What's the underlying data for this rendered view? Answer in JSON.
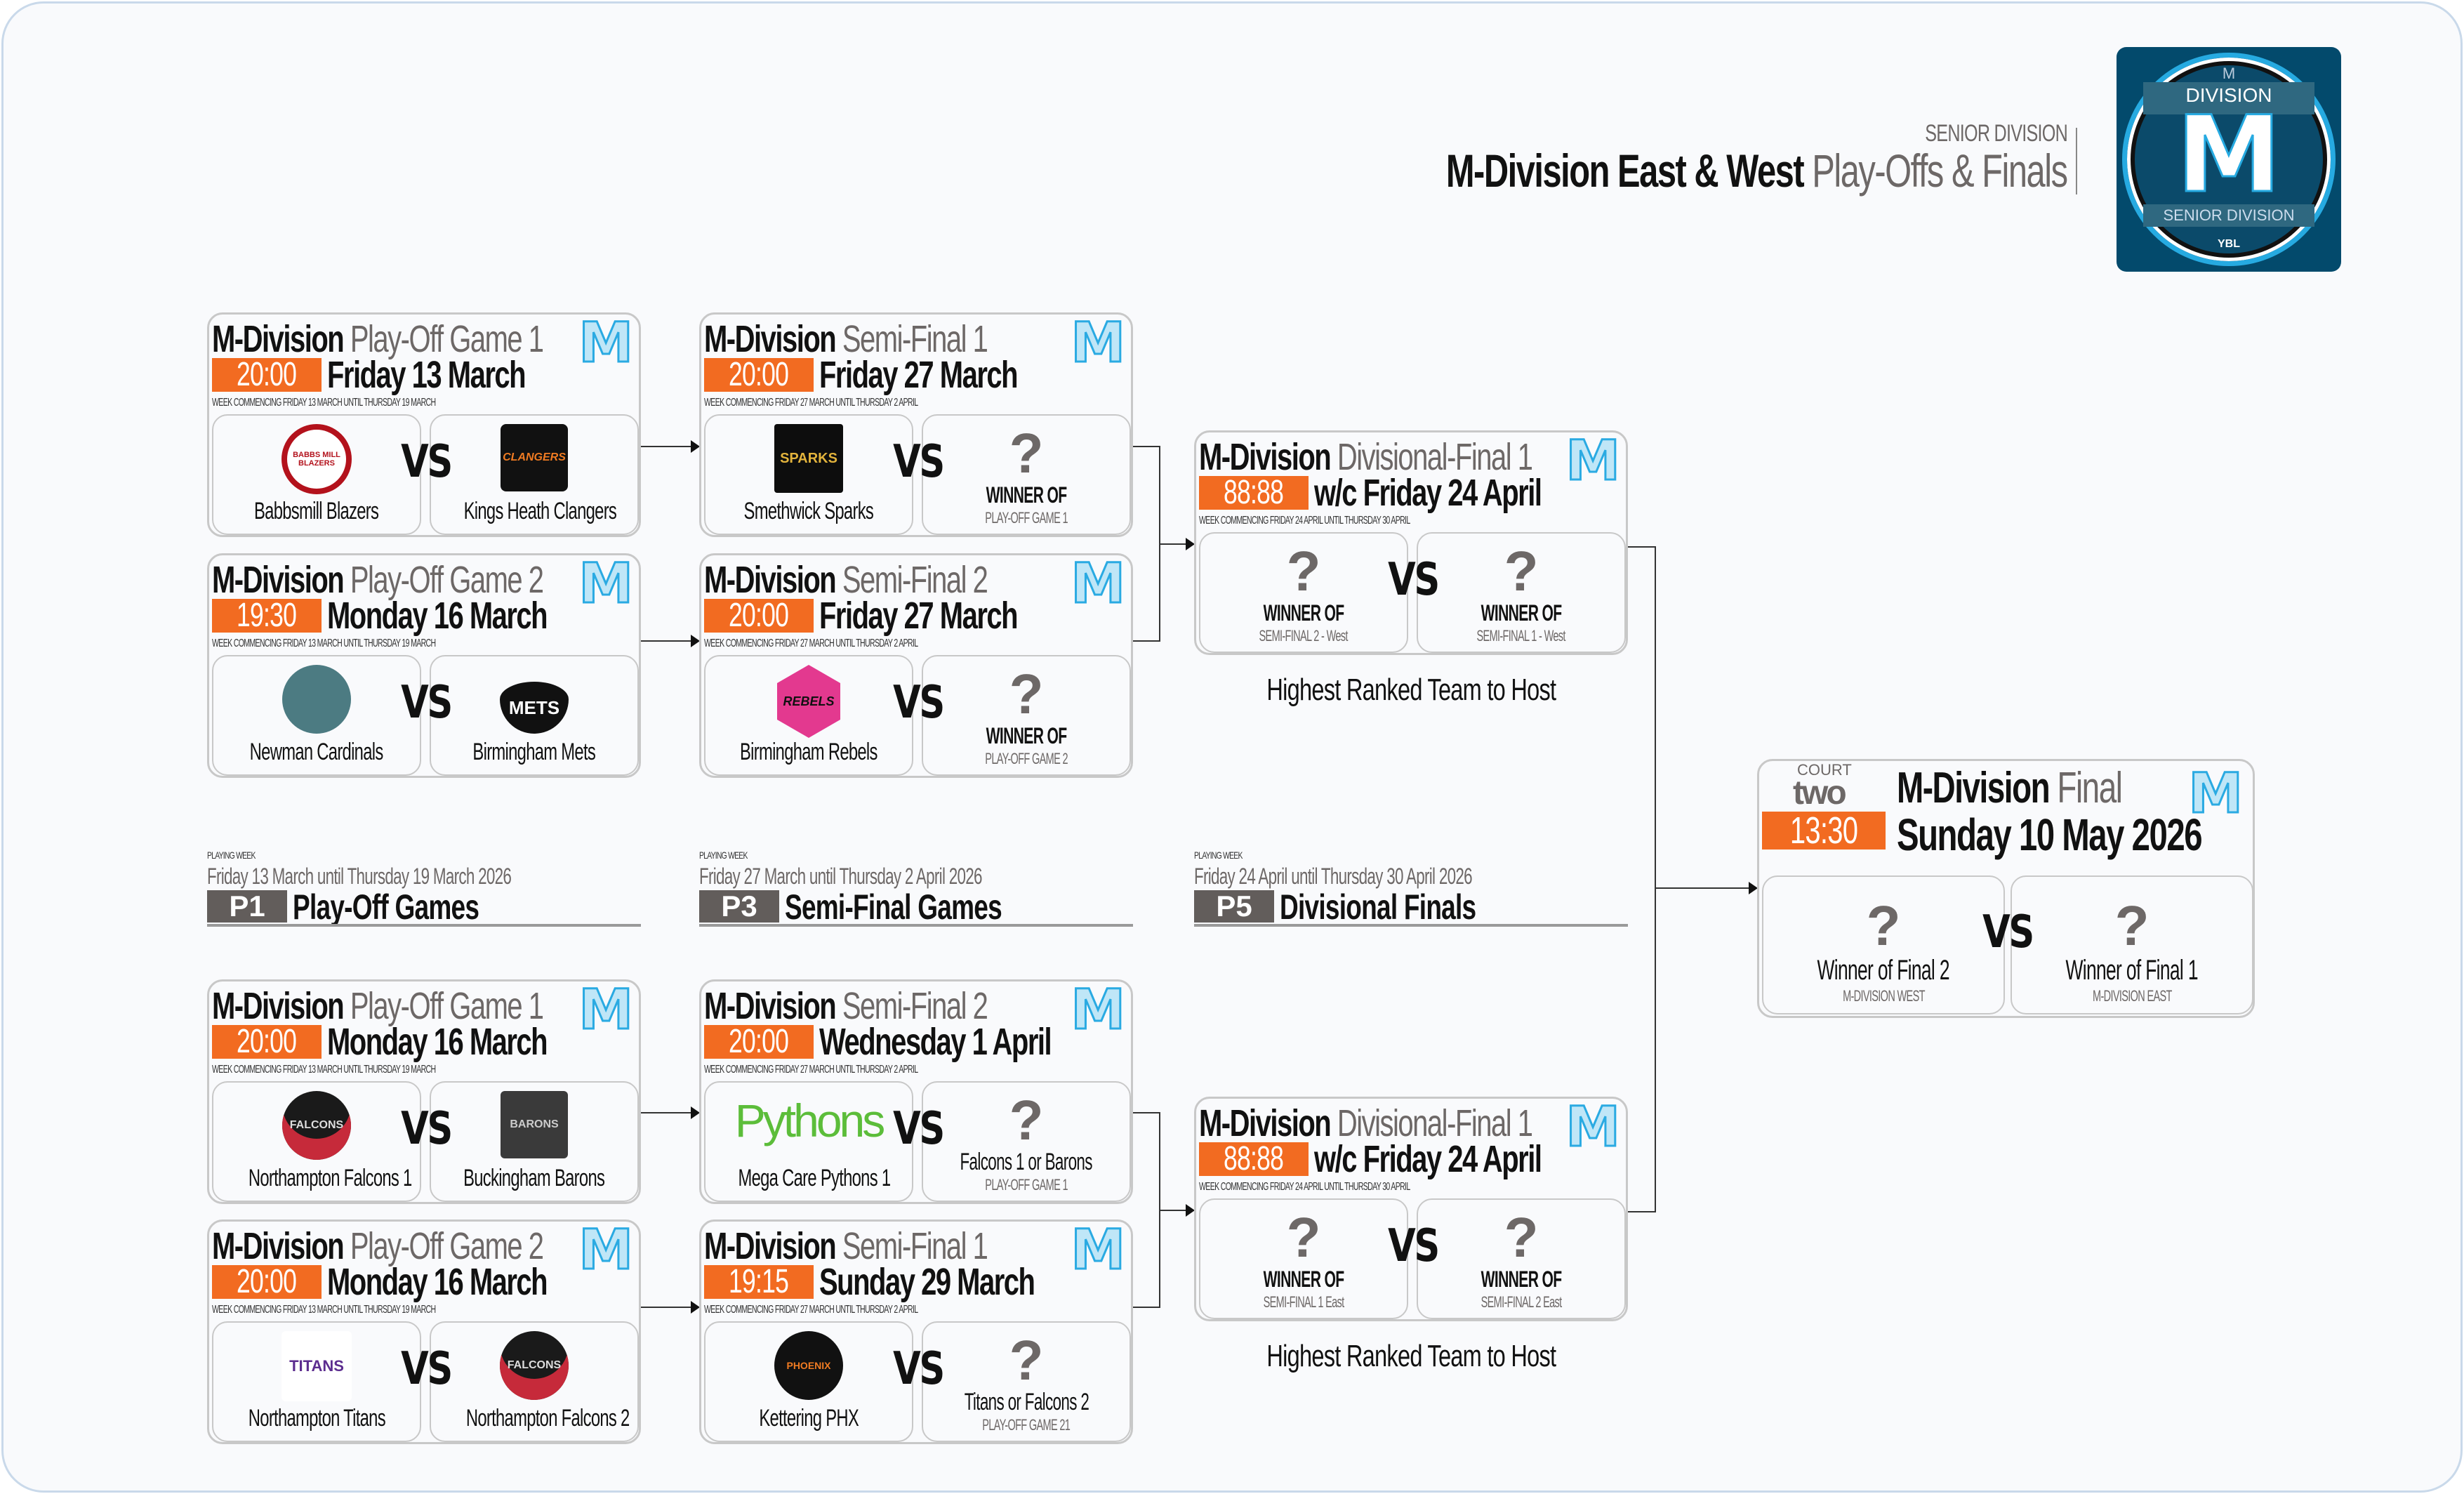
{
  "header": {
    "kicker": "SENIOR DIVISION",
    "title_bold": "M-Division East & West",
    "title_light": "Play-Offs & Finals"
  },
  "badge_logo": {
    "top": "M",
    "word": "DIVISION",
    "letter": "M",
    "bottom": "SENIOR DIVISION",
    "brand": "YBL"
  },
  "vs_label": "VS",
  "m_mark": "M",
  "colors": {
    "accent": "#f26b21",
    "m_mark": "#bfe6f7",
    "m_stroke": "#2aaae2",
    "badge": "#034a6c",
    "muted": "#6d6867"
  },
  "matches": [
    {
      "title_bold": "M-Division",
      "title_light": "Play-Off Game 1",
      "time": "20:00",
      "date": "Friday 13 March",
      "week": "WEEK COMMENCING FRIDAY 13 MARCH UNTIL THURSDAY 19 MARCH",
      "home": {
        "name": "Babbsmill Blazers",
        "logo": "BABBS MILL BLAZERS"
      },
      "away": {
        "name": "Kings Heath Clangers",
        "logo": "CLANGERS"
      }
    },
    {
      "title_bold": "M-Division",
      "title_light": "Play-Off Game 2",
      "time": "19:30",
      "date": "Monday 16 March",
      "week": "WEEK COMMENCING FRIDAY 13 MARCH UNTIL THURSDAY 19 MARCH",
      "home": {
        "name": "Newman Cardinals",
        "logo": ""
      },
      "away": {
        "name": "Birmingham Mets",
        "logo": "METS"
      }
    },
    {
      "title_bold": "M-Division",
      "title_light": "Semi-Final 1",
      "time": "20:00",
      "date": "Friday 27 March",
      "week": "WEEK COMMENCING FRIDAY 27 MARCH UNTIL THURSDAY 2 APRIL",
      "home": {
        "name": "Smethwick Sparks",
        "logo": "SPARKS"
      },
      "away": {
        "question": "?",
        "label": "WINNER OF",
        "sub": "PLAY-OFF GAME 1"
      }
    },
    {
      "title_bold": "M-Division",
      "title_light": "Semi-Final 2",
      "time": "20:00",
      "date": "Friday 27 March",
      "week": "WEEK COMMENCING FRIDAY 27 MARCH UNTIL THURSDAY 2 APRIL",
      "home": {
        "name": "Birmingham Rebels",
        "logo": "REBELS"
      },
      "away": {
        "question": "?",
        "label": "WINNER OF",
        "sub": "PLAY-OFF GAME 2"
      }
    },
    {
      "title_bold": "M-Division",
      "title_light": "Divisional-Final 1",
      "time": "88:88",
      "date": "w/c Friday 24 April",
      "week": "WEEK COMMENCING FRIDAY 24 APRIL UNTIL THURSDAY 30 APRIL",
      "home": {
        "question": "?",
        "label": "WINNER OF",
        "sub": "SEMI-FINAL 2 - West"
      },
      "away": {
        "question": "?",
        "label": "WINNER OF",
        "sub": "SEMI-FINAL 1 - West"
      },
      "note": "Highest Ranked Team to Host"
    },
    {
      "title_bold": "M-Division",
      "title_light": "Play-Off Game 1",
      "time": "20:00",
      "date": "Monday 16 March",
      "week": "WEEK COMMENCING FRIDAY 13 MARCH UNTIL THURSDAY 19 MARCH",
      "home": {
        "name": "Northampton Falcons 1",
        "logo": "FALCONS"
      },
      "away": {
        "name": "Buckingham Barons",
        "logo": "BARONS"
      }
    },
    {
      "title_bold": "M-Division",
      "title_light": "Play-Off Game 2",
      "time": "20:00",
      "date": "Monday 16 March",
      "week": "WEEK COMMENCING FRIDAY 13 MARCH UNTIL THURSDAY 19 MARCH",
      "home": {
        "name": "Northampton Titans",
        "logo": "TITANS"
      },
      "away": {
        "name": "Northampton Falcons 2",
        "logo": "FALCONS"
      }
    },
    {
      "title_bold": "M-Division",
      "title_light": "Semi-Final 2",
      "time": "20:00",
      "date": "Wednesday 1 April",
      "week": "WEEK COMMENCING FRIDAY 27 MARCH UNTIL THURSDAY 2 APRIL",
      "home": {
        "name": "Mega Care Pythons 1",
        "logo": "Pythons"
      },
      "away": {
        "question": "?",
        "label": "Falcons 1 or Barons",
        "sub": "PLAY-OFF GAME 1"
      }
    },
    {
      "title_bold": "M-Division",
      "title_light": "Semi-Final 1",
      "time": "19:15",
      "date": "Sunday 29 March",
      "week": "WEEK COMMENCING FRIDAY 27 MARCH UNTIL THURSDAY 2 APRIL",
      "home": {
        "name": "Kettering PHX",
        "logo": "PHOENIX"
      },
      "away": {
        "question": "?",
        "label": "Titans or Falcons 2",
        "sub": "PLAY-OFF GAME 21"
      }
    },
    {
      "title_bold": "M-Division",
      "title_light": "Divisional-Final 1",
      "time": "88:88",
      "date": "w/c Friday 24 April",
      "week": "WEEK COMMENCING FRIDAY 24 APRIL UNTIL THURSDAY 30 APRIL",
      "home": {
        "question": "?",
        "label": "WINNER OF",
        "sub": "SEMI-FINAL 1 East"
      },
      "away": {
        "question": "?",
        "label": "WINNER OF",
        "sub": "SEMI-FINAL 2 East"
      },
      "note": "Highest Ranked Team to Host"
    }
  ],
  "final": {
    "court_label": "COURT",
    "court": "two",
    "title_bold": "M-Division",
    "title_light": "Final",
    "time": "13:30",
    "date": "Sunday 10 May 2026",
    "home": {
      "question": "?",
      "label": "Winner of Final 2",
      "sub": "M-DIVISION WEST"
    },
    "away": {
      "question": "?",
      "label": "Winner of Final 1",
      "sub": "M-DIVISION EAST"
    }
  },
  "playing_weeks": [
    {
      "small": "PLAYING WEEK",
      "range": "Friday 13 March until Thursday 19 March 2026",
      "badge": "P1",
      "label": "Play-Off Games"
    },
    {
      "small": "PLAYING WEEK",
      "range": "Friday 27 March until Thursday 2 April  2026",
      "badge": "P3",
      "label": "Semi-Final Games"
    },
    {
      "small": "PLAYING WEEK",
      "range": "Friday 24 April until Thursday 30 April 2026",
      "badge": "P5",
      "label": "Divisional Finals"
    }
  ]
}
